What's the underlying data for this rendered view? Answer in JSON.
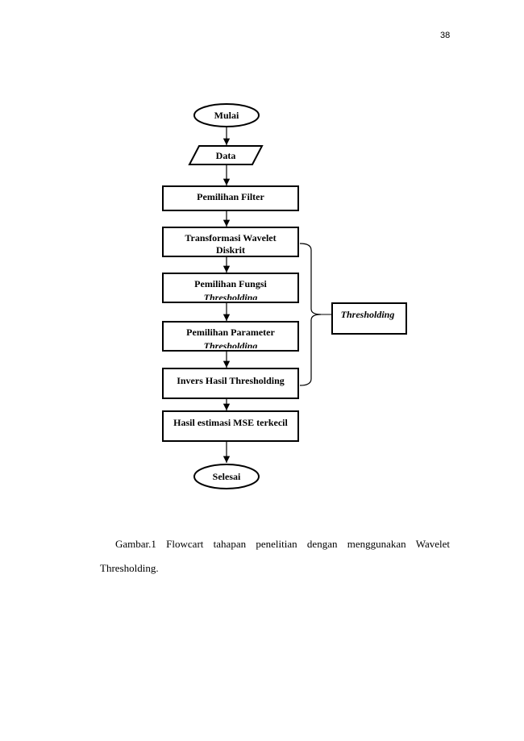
{
  "page_number": "38",
  "flowchart": {
    "start": "Mulai",
    "data": "Data",
    "step1": "Pemilihan Filter",
    "step2_line1": "Transformasi Wavelet",
    "step2_line2": "Diskrit",
    "step3_line1": "Pemilihan Fungsi",
    "step3_line2": "Thresholding",
    "step4_line1": "Pemilihan Parameter",
    "step4_line2": "Thresholding",
    "step5": "Invers Hasil Thresholding",
    "step6": "Hasil estimasi MSE terkecil",
    "end": "Selesai",
    "group_label": "Thresholding"
  },
  "caption": {
    "line1": "Gambar.1 Flowcart tahapan penelitian dengan menggunakan Wavelet",
    "line2": "Thresholding."
  }
}
